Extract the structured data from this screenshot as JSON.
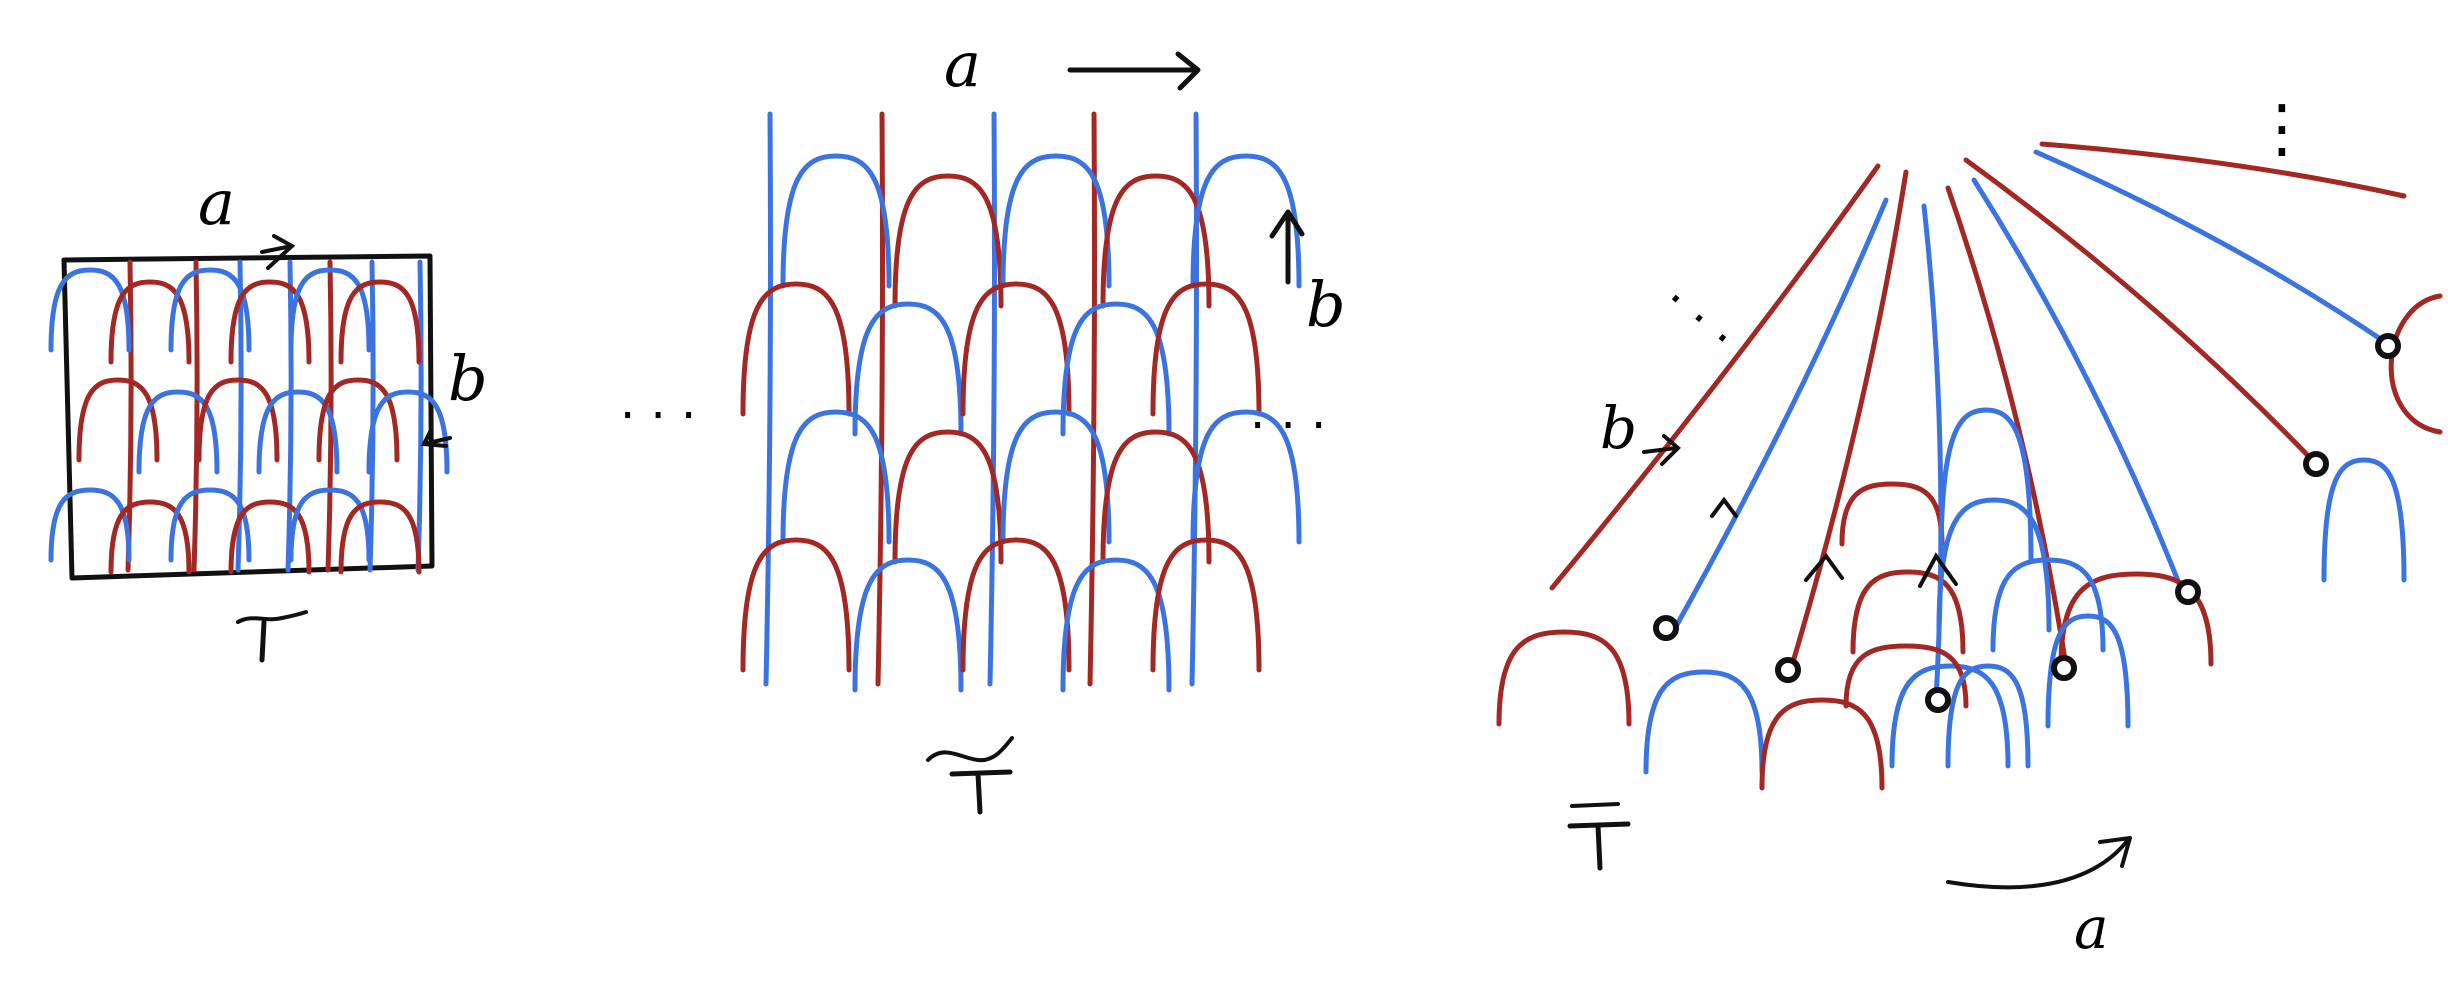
{
  "colors": {
    "red": "#a32824",
    "blue": "#3b74e0",
    "ink": "#111111"
  },
  "panel_torus": {
    "label_a": "a",
    "label_b": "b",
    "label_T": "T"
  },
  "panel_cover": {
    "label_a": "a",
    "label_b": "b",
    "label_T": "T",
    "ellipsis_left": "· · ·",
    "ellipsis_right": "· · ·"
  },
  "panel_fan": {
    "label_a": "a",
    "label_b": "b",
    "label_T": "T",
    "ellipsis_top": "⋮",
    "ellipsis_side": "· · ·"
  }
}
